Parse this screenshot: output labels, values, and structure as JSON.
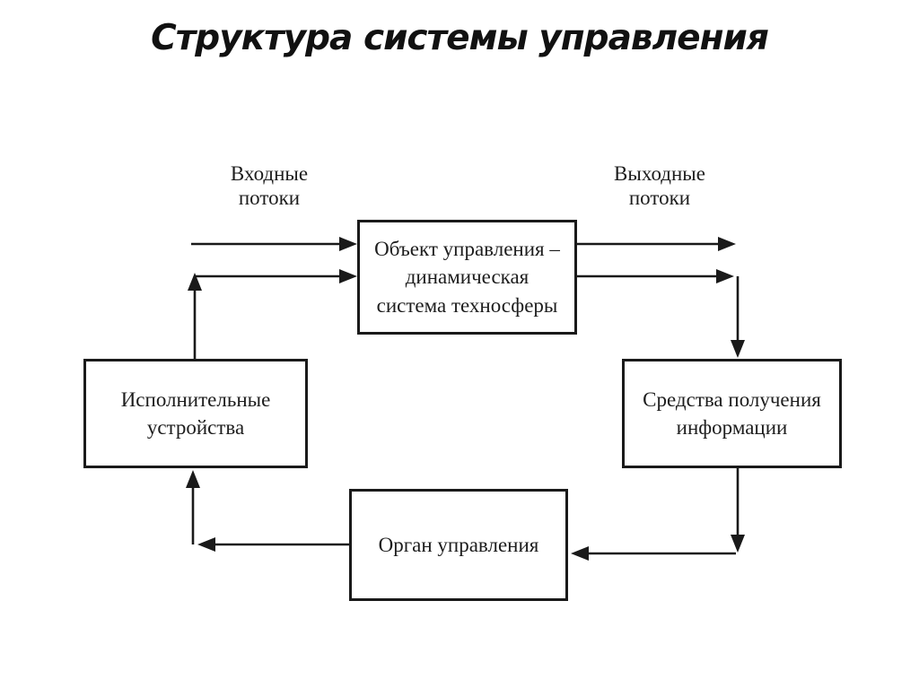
{
  "page": {
    "background": "#ffffff",
    "ink": "#1a1a1a"
  },
  "title": "Структура системы управления",
  "diagram": {
    "flow_labels": {
      "input": "Входные\nпотоки",
      "output": "Выходные\nпотоки"
    },
    "nodes": {
      "control_object": "Объект управления –\nдинамическая\nсистема техносферы",
      "actuators": "Исполнительные\nустройства",
      "info_means": "Средства получения\nинформации",
      "control_organ": "Орган управления"
    }
  }
}
